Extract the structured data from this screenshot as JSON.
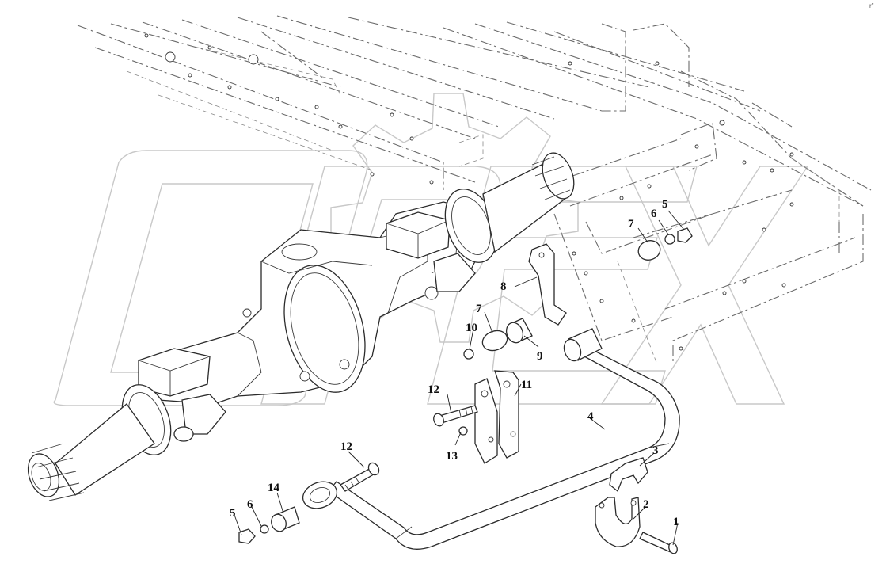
{
  "callouts": [
    {
      "label": "1"
    },
    {
      "label": "2"
    },
    {
      "label": "3"
    },
    {
      "label": "4"
    },
    {
      "label": "5"
    },
    {
      "label": "6"
    },
    {
      "label": "7"
    },
    {
      "label": "5"
    },
    {
      "label": "6"
    },
    {
      "label": "7"
    },
    {
      "label": "8"
    },
    {
      "label": "9"
    },
    {
      "label": "10"
    },
    {
      "label": "11"
    },
    {
      "label": "12"
    },
    {
      "label": "12"
    },
    {
      "label": "13"
    },
    {
      "label": "14"
    }
  ],
  "corner_mark": "r\" ···",
  "watermark": {
    "text": "OPEX",
    "color": "#c8c8c8"
  },
  "line_color": "#2b2b2b"
}
